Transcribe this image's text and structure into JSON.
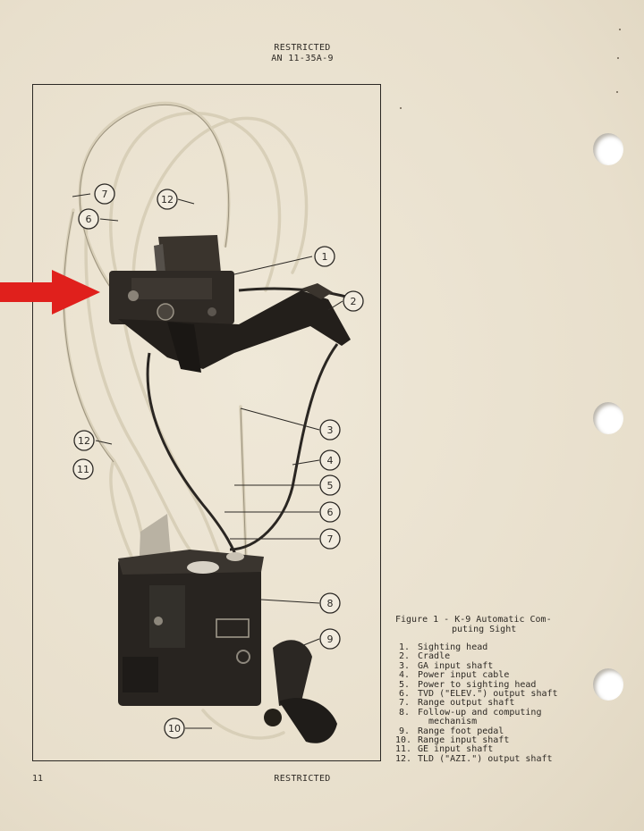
{
  "header": {
    "classification": "RESTRICTED",
    "document_number": "AN 11-35A-9"
  },
  "figure": {
    "callouts": [
      "7",
      "12",
      "6",
      "1",
      "2",
      "3",
      "12",
      "4",
      "11",
      "5",
      "6",
      "7",
      "8",
      "9",
      "10"
    ],
    "arrow_color": "#e0201c"
  },
  "caption": {
    "line1": "Figure 1  - K-9 Automatic Com-",
    "line2": "puting Sight"
  },
  "legend": [
    {
      "num": "1.",
      "text": "Sighting head"
    },
    {
      "num": "2.",
      "text": "Cradle"
    },
    {
      "num": "3.",
      "text": "GA input shaft"
    },
    {
      "num": "4.",
      "text": "Power input cable"
    },
    {
      "num": "5.",
      "text": "Power to sighting head"
    },
    {
      "num": "6.",
      "text": "TVD (\"ELEV.\") output shaft"
    },
    {
      "num": "7.",
      "text": "Range output shaft"
    },
    {
      "num": "8.",
      "text": "Follow-up and computing",
      "cont": "mechanism"
    },
    {
      "num": "9.",
      "text": "Range foot pedal"
    },
    {
      "num": "10.",
      "text": "Range input shaft"
    },
    {
      "num": "11.",
      "text": "GE input shaft"
    },
    {
      "num": "12.",
      "text": "TLD (\"AZI.\") output shaft"
    }
  ],
  "footer": {
    "page_number": "11",
    "classification": "RESTRICTED"
  }
}
